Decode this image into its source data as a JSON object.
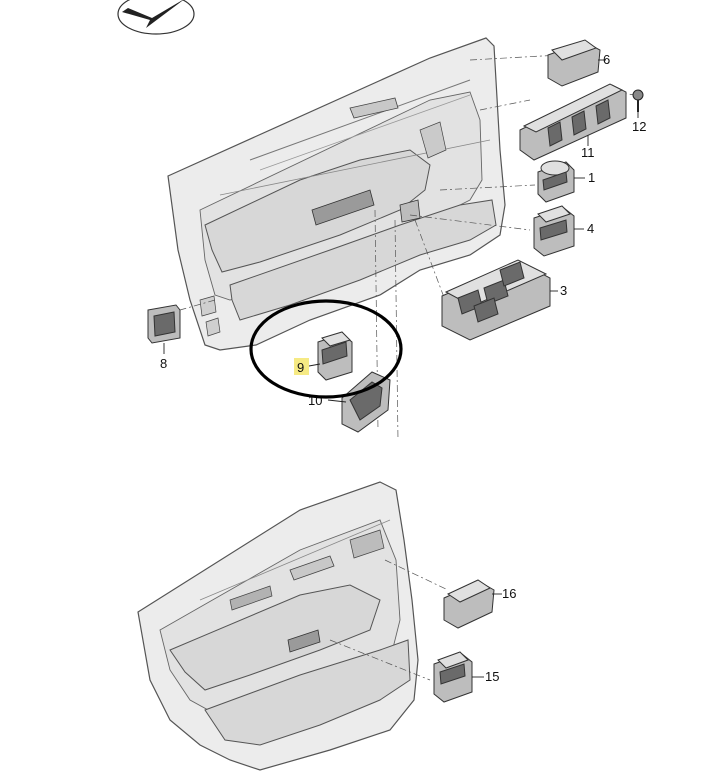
{
  "callouts": {
    "c1": "1",
    "c3": "3",
    "c4": "4",
    "c6": "6",
    "c8": "8",
    "c9": "9",
    "c10": "10",
    "c11": "11",
    "c12": "12",
    "c15": "15",
    "c16": "16"
  },
  "icons": {
    "top_left": "direction-arrow-icon"
  },
  "colors": {
    "highlight": "#f6ea84",
    "circle": "#000000",
    "panel": "#e5e5e5"
  }
}
